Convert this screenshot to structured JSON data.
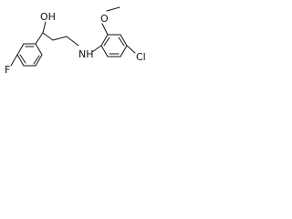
{
  "molecule": {
    "labels": {
      "hydroxyl": "OH",
      "methoxy": "O",
      "amine": "NH",
      "chloro": "Cl",
      "fluoro": "F"
    }
  }
}
